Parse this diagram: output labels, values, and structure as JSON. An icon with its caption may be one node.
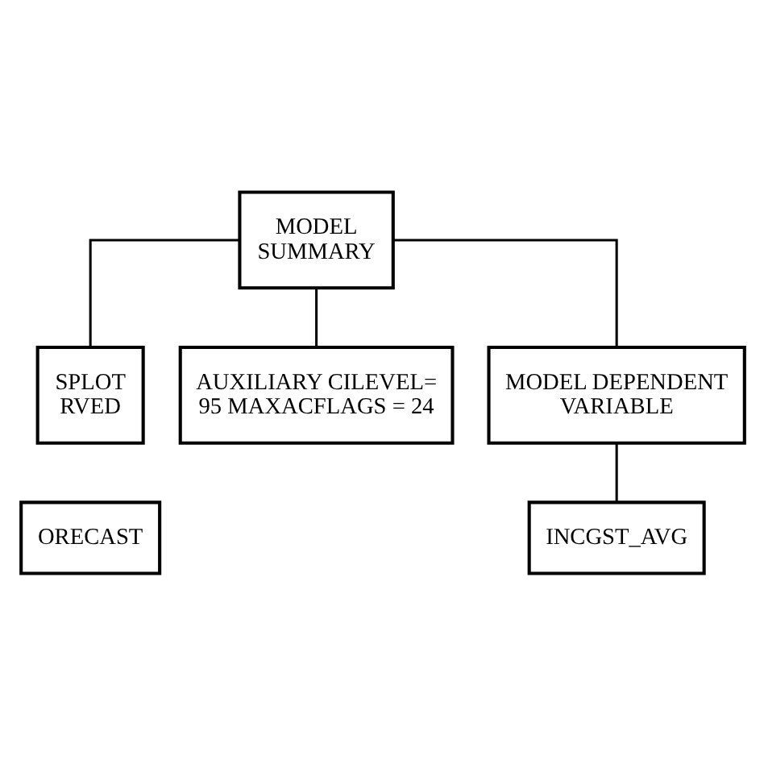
{
  "diagram": {
    "nodes": [
      {
        "text": [
          "MODEL SUMMARY"
        ]
      },
      {
        "text": [
          "SPLOT RVED"
        ]
      },
      {
        "text": [
          "AUXILIARY CILEVEL= 95 MAXACFLAGS = 24"
        ]
      },
      {
        "text": [
          "MODEL DEPENDENT VARIABLE"
        ]
      },
      {
        "text": [
          "ORECAST"
        ]
      },
      {
        "text": [
          "INCGST_AVG"
        ]
      }
    ],
    "edges": [
      {
        "from": 0,
        "to": 1,
        "arrow": "none"
      },
      {
        "from": 0,
        "to": 2,
        "arrow": "none"
      },
      {
        "from": 0,
        "to": 3,
        "arrow": "none"
      },
      {
        "from": 3,
        "to": 5,
        "arrow": "none"
      }
    ]
  }
}
